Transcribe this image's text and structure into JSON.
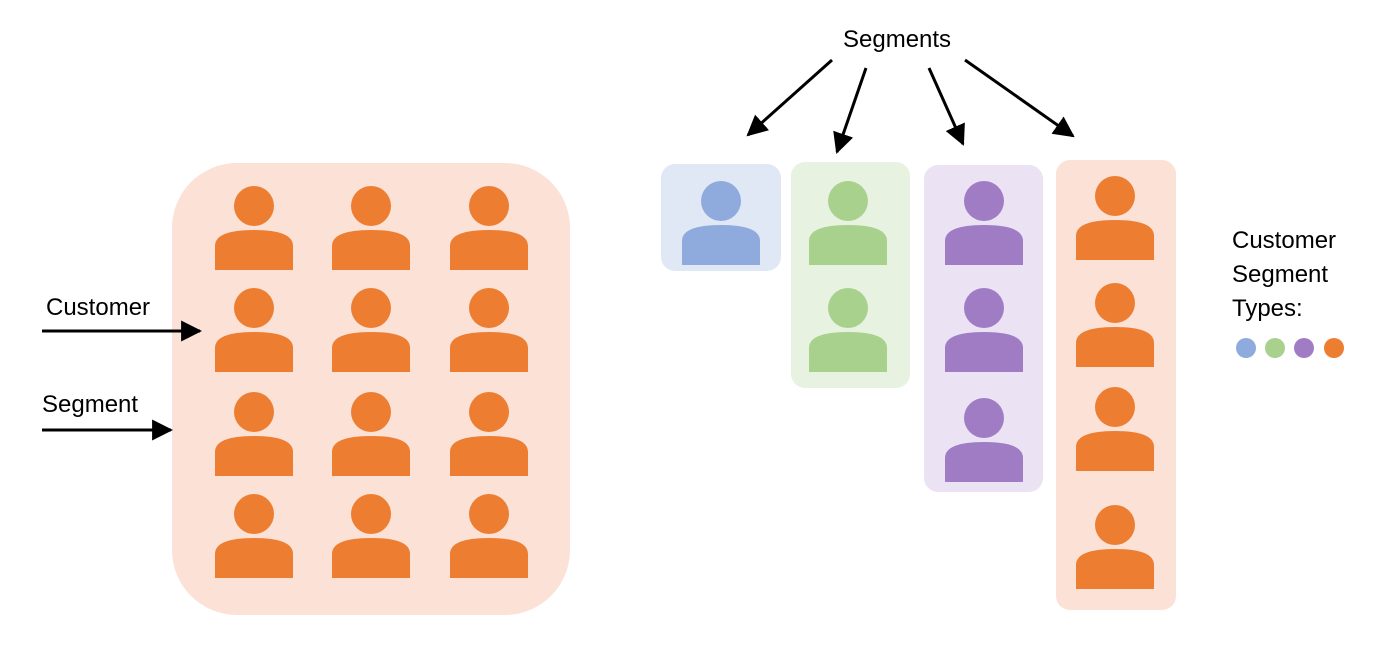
{
  "labels": {
    "segments": "Segments",
    "customer": "Customer",
    "segment": "Segment"
  },
  "legend": {
    "lines": [
      "Customer",
      "Segment",
      "Types:"
    ],
    "colors": [
      "#8faadc",
      "#a9d18e",
      "#a07cc5",
      "#ed7d31"
    ]
  },
  "colors": {
    "blue": {
      "fill": "#8faadc",
      "bg": "#e1e8f5"
    },
    "green": {
      "fill": "#a9d18e",
      "bg": "#e7f2e0"
    },
    "purple": {
      "fill": "#a07cc5",
      "bg": "#ebe3f3"
    },
    "orange": {
      "fill": "#ed7d31",
      "bg": "#fbe1d6"
    },
    "arrow": "#000000"
  },
  "groups": {
    "all_customers": {
      "color": "orange",
      "count": 12
    },
    "segments": [
      {
        "color": "blue",
        "count": 1
      },
      {
        "color": "green",
        "count": 2
      },
      {
        "color": "purple",
        "count": 3
      },
      {
        "color": "orange",
        "count": 4
      }
    ]
  }
}
